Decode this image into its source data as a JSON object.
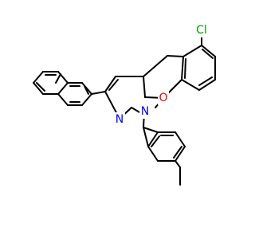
{
  "structure": {
    "atom_labels": {
      "chlorine": "Cl",
      "oxygen": "O",
      "nitrogen_imine": "N",
      "nitrogen_ring": "N"
    },
    "colors": {
      "bond": "#000000",
      "chlorine": "#00a000",
      "oxygen": "#ff0000",
      "nitrogen": "#0000ff",
      "background": "#ffffff"
    }
  }
}
